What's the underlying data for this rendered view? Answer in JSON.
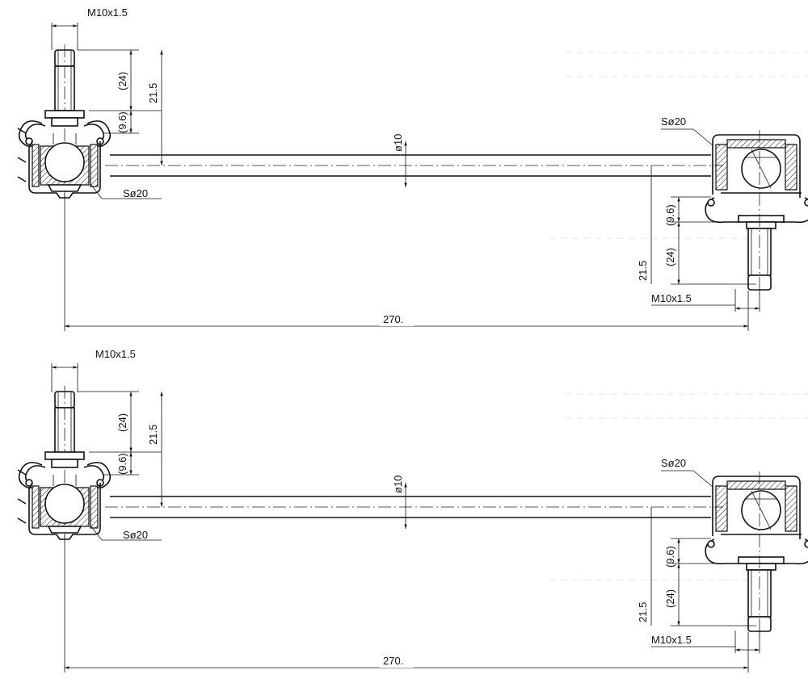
{
  "diagram": {
    "views": [
      {
        "id": "top",
        "labels": {
          "thread_left": "M10x1.5",
          "dim_24_left": "(24)",
          "dim_21_5_left": "21.5",
          "dim_9_6_left": "(9.6)",
          "ball_left": "Sø20",
          "rod_diameter": "ø10",
          "ball_right": "Sø20",
          "dim_9_6_right": "(9.6)",
          "dim_24_right": "(24)",
          "dim_21_5_right": "21.5",
          "thread_right": "M10x1.5",
          "overall_length": "270."
        }
      },
      {
        "id": "bottom",
        "labels": {
          "thread_left": "M10x1.5",
          "dim_24_left": "(24)",
          "dim_21_5_left": "21.5",
          "dim_9_6_left": "(9.6)",
          "ball_left": "Sø20",
          "rod_diameter": "ø10",
          "ball_right": "Sø20",
          "dim_9_6_right": "(9.6)",
          "dim_24_right": "(24)",
          "dim_21_5_right": "21.5",
          "thread_right": "M10x1.5",
          "overall_length": "270."
        }
      }
    ]
  }
}
